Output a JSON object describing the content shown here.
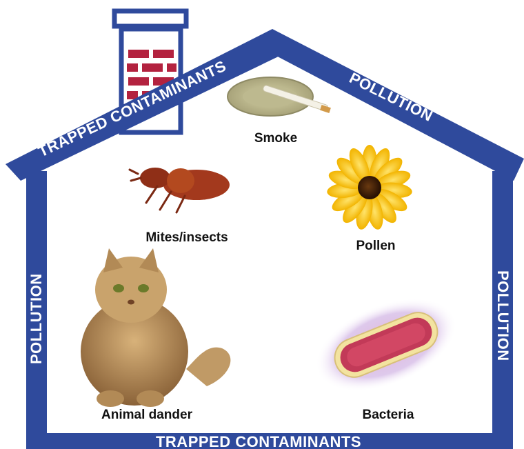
{
  "colors": {
    "band": "#2f4a9c",
    "brick": "#b3223f",
    "label": "#111111"
  },
  "roof_left_label": "TRAPPED CONTAMINANTS",
  "roof_right_label": "POLLUTION",
  "wall_left_label": "POLLUTION",
  "wall_right_label": "POLLUTION",
  "floor_label": "TRAPPED CONTAMINANTS",
  "items": {
    "smoke": {
      "label": "Smoke",
      "icon": "ashtray-cigarette-icon"
    },
    "mites": {
      "label": "Mites/insects",
      "icon": "flea-icon"
    },
    "pollen": {
      "label": "Pollen",
      "icon": "sunflower-icon"
    },
    "dander": {
      "label": "Animal dander",
      "icon": "cat-icon"
    },
    "bacteria": {
      "label": "Bacteria",
      "icon": "bacterium-icon"
    }
  }
}
